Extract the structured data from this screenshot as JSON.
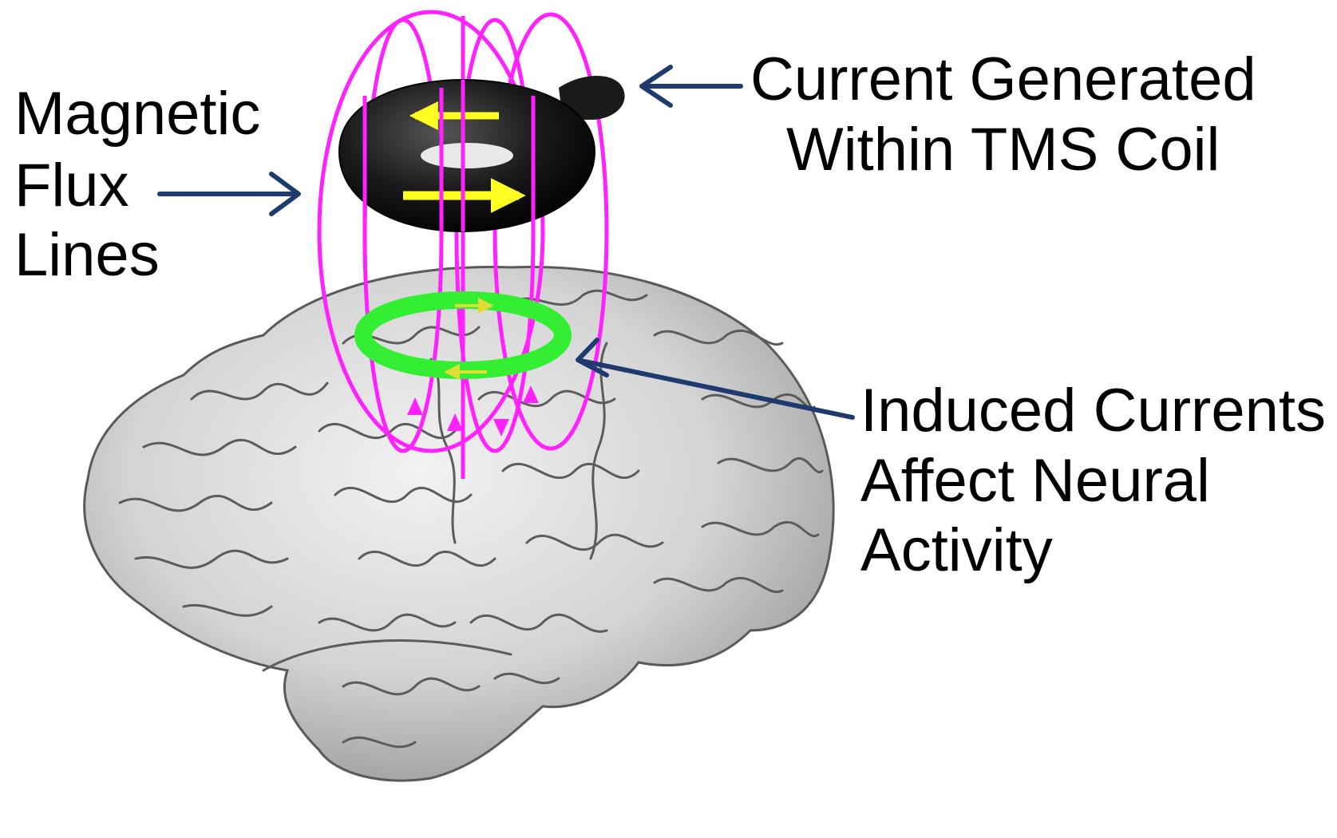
{
  "labels": {
    "magnetic_flux_lines": [
      "Magnetic",
      "Flux",
      "Lines"
    ],
    "coil_current": [
      "Current Generated",
      "Within TMS Coil"
    ],
    "induced_currents": [
      "Induced Currents",
      "Affect Neural",
      "Activity"
    ]
  },
  "colors": {
    "flux_lines": "#ff22ff",
    "coil": "#1c1c1c",
    "coil_current_arrows": "#ffff22",
    "induced_current_ring": "#33ee33",
    "pointer_arrows": "#1f3a6e",
    "brain_fill": "#d6d6d6",
    "brain_outline": "#5a5a5a"
  },
  "icons": {
    "brain": "brain-illustration",
    "coil": "tms-coil-icon"
  }
}
